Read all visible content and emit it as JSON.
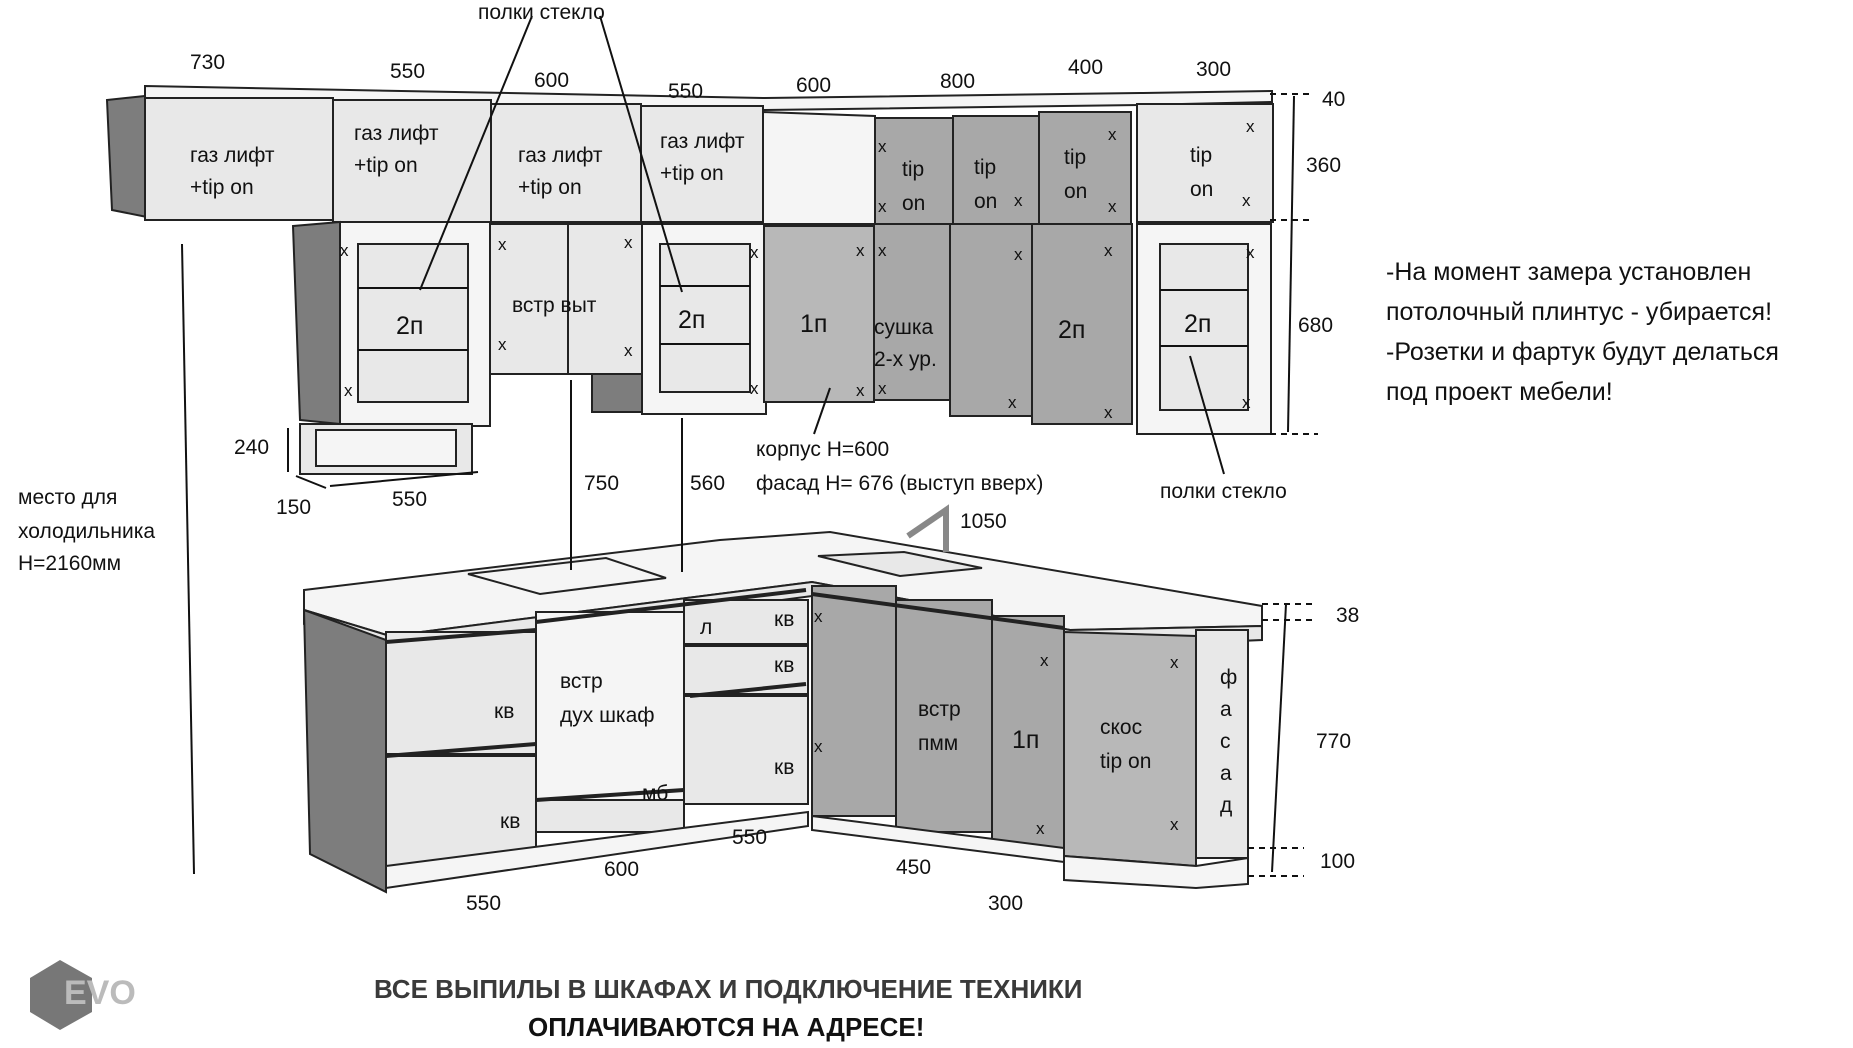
{
  "upper_labels": {
    "gas_lift_1": [
      "газ лифт",
      "+tip on"
    ],
    "gas_lift_2": [
      "газ лифт",
      "+tip on"
    ],
    "gas_lift_3": [
      "газ лифт",
      "+tip on"
    ],
    "gas_lift_4": [
      "газ лифт",
      "+tip on"
    ],
    "tip_on_1": [
      "tip",
      "on"
    ],
    "tip_on_2": [
      "tip",
      "on"
    ],
    "tip_on_3": [
      "tip",
      "on"
    ],
    "tip_on_4": [
      "tip",
      "on"
    ],
    "two_door": "2п",
    "one_door": "1п",
    "builtin_appliance": "встр выт",
    "dryer": [
      "сушка",
      "2-х ур."
    ],
    "glass_shelves": "полки стекло",
    "body_height": "корпус H=600",
    "facade_height": "фасад H=  676 (выступ вверх)",
    "fridge_space": [
      "место для",
      "холодильника",
      "H=2160мм"
    ]
  },
  "lower_labels": {
    "kv": "кв",
    "l": "л",
    "mb": "мб",
    "oven": [
      "встр",
      "дух шкаф"
    ],
    "dishwasher": [
      "встр",
      "пмм"
    ],
    "one_door": "1п",
    "bevel": [
      "скос",
      "tip on"
    ],
    "facade_vertical": [
      "ф",
      "а",
      "с",
      "а",
      "д"
    ]
  },
  "x_mark": "x",
  "dimensions": {
    "top": [
      "730",
      "550",
      "600",
      "550",
      "600",
      "800",
      "400",
      "300"
    ],
    "right": [
      "40",
      "360",
      "680"
    ],
    "shelf_height": "240",
    "shelf_depth": "150",
    "shelf_width": "550",
    "gap_750": "750",
    "gap_560": "560",
    "faucet": "1050",
    "counter": "38",
    "base_height": "770",
    "plinth": "100",
    "bottom": [
      "550",
      "600",
      "550",
      "450",
      "300"
    ]
  },
  "notes": [
    "-На момент замера установлен",
    "потолочный плинтус - убирается!",
    "-Розетки и фартук будут делаться",
    "под проект мебели!"
  ],
  "logo": "EVO",
  "footer": {
    "line1": "ВСЕ ВЫПИЛЫ В ШКАФАХ И ПОДКЛЮЧЕНИЕ ТЕХНИКИ",
    "line2": "ОПЛАЧИВАЮТСЯ НА АДРЕСЕ!"
  },
  "colors": {
    "light_facade": "#e8e8e8",
    "dark_facade": "#8f8f8f",
    "line": "#111111"
  }
}
